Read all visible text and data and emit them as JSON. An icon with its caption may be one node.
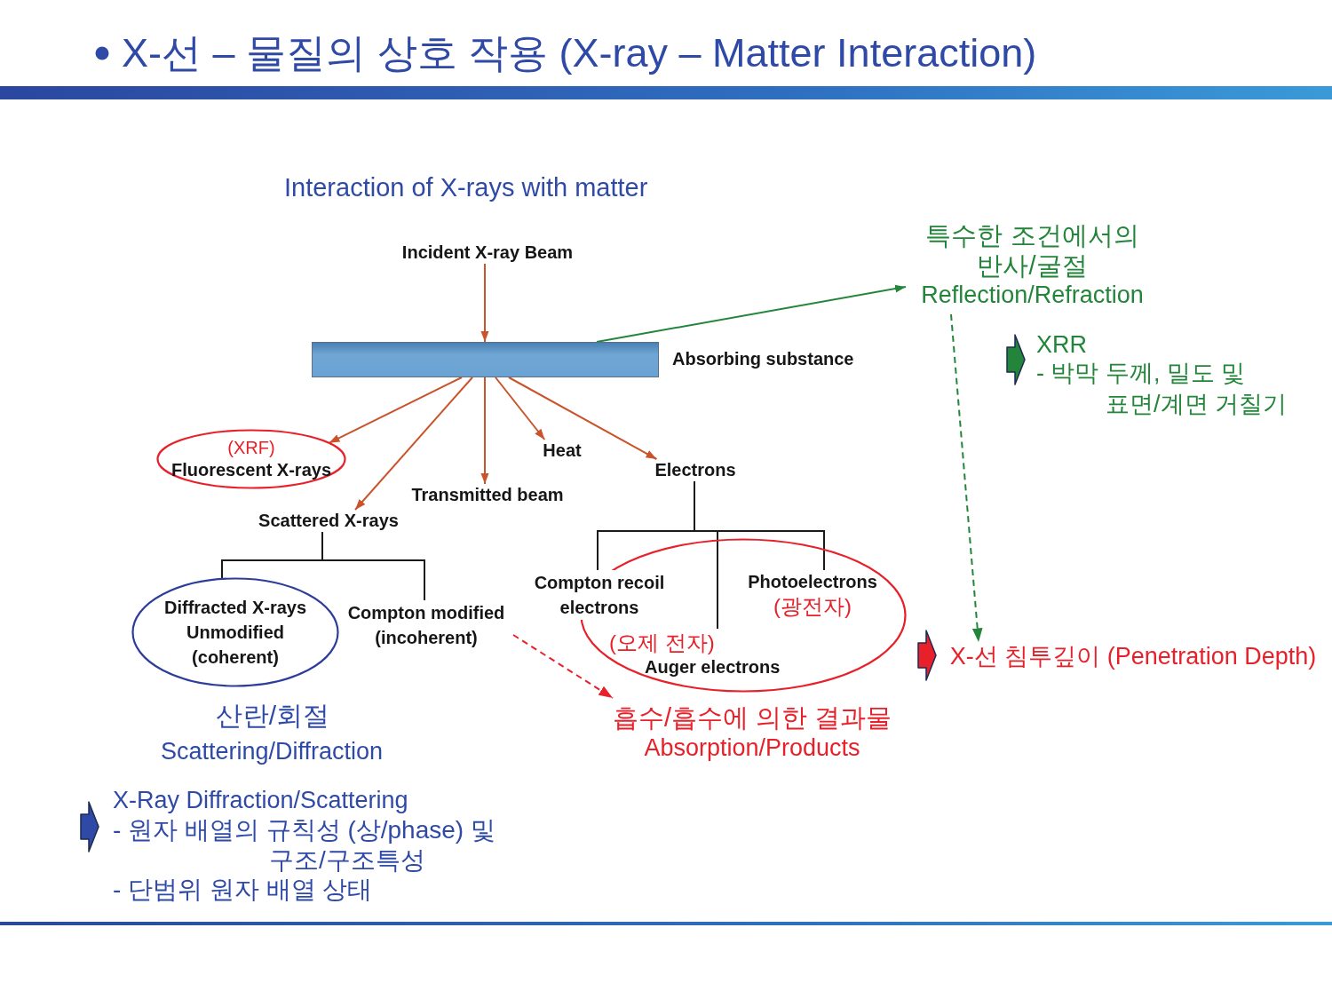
{
  "diagram": {
    "title": "X-선 – 물질의 상호 작용 (X-ray – Matter Interaction)",
    "nodes": [
      {
        "text": [
          "Incident X-ray Beam"
        ]
      },
      {
        "text": [
          "특수한 조건에서의 반사/굴절",
          "Reflection/Refraction"
        ]
      },
      {
        "text": [],
        "shape": "bar",
        "beside": [
          "Absorbing substance"
        ]
      },
      {
        "text": [
          "(XRF)",
          "Fluorescent X-rays"
        ]
      },
      {
        "text": [
          "Heat"
        ]
      },
      {
        "text": [
          "Electrons"
        ]
      },
      {
        "text": [
          "Transmitted beam"
        ]
      },
      {
        "text": [
          "Scattered X-rays"
        ]
      },
      {
        "text": [],
        "shape": "ellipse"
      },
      {
        "text": [
          "Compton recoil electrons"
        ]
      },
      {
        "text": [
          "Photoelectrons",
          "(광전자)"
        ],
        "in": 8
      },
      {
        "text": [
          "Diffracted X-rays Unmodified (coherent)"
        ]
      },
      {
        "text": [
          "Compton modified (incoherent)"
        ]
      },
      {
        "text": [
          "(오제 전자)",
          "Auger electrons"
        ],
        "in": 8
      },
      {
        "text": [
          "X-선 침투깊이 (Penetration Depth)"
        ]
      },
      {
        "text": [
          "흡수/흡수에 의한 결과물",
          "Absorption/Products"
        ]
      }
    ],
    "edges": [
      {
        "from": 0,
        "to": 2,
        "arrow": "to"
      },
      {
        "from": 2,
        "to": 1,
        "arrow": "to",
        "color": "#23853a"
      },
      {
        "from": 2,
        "to": 3,
        "arrow": "to"
      },
      {
        "from": 2,
        "to": 7,
        "arrow": "to"
      },
      {
        "from": 2,
        "to": 6,
        "arrow": "to"
      },
      {
        "from": 2,
        "to": 4,
        "arrow": "to"
      },
      {
        "from": 2,
        "to": 5,
        "arrow": "to"
      },
      {
        "from": 7,
        "to": 11,
        "arrow": "none",
        "color": "#1a1a1a"
      },
      {
        "from": 7,
        "to": 12,
        "arrow": "none",
        "color": "#1a1a1a"
      },
      {
        "from": 5,
        "to": 9,
        "arrow": "none",
        "color": "#1a1a1a"
      },
      {
        "from": 5,
        "to": 13,
        "arrow": "none",
        "color": "#1a1a1a"
      },
      {
        "from": 5,
        "to": 10,
        "arrow": "none",
        "color": "#1a1a1a"
      },
      {
        "from": 12,
        "to": 15,
        "arrow": "to",
        "style": "dashed",
        "color": "#e8202a"
      },
      {
        "from": 1,
        "to": 14,
        "arrow": "to",
        "style": "dashed",
        "color": "#23853a"
      }
    ],
    "labels": [
      "Interaction of X-rays with matter",
      "XRR",
      "- 박막 두께, 밀도 및 표면/계면 거칠기",
      "산란/회절",
      "Scattering/Diffraction",
      "X-Ray Diffraction/Scattering",
      "- 원자 배열의 규칙성 (상/phase) 및 구조/구조특성",
      "- 단범위 원자 배열 상태"
    ]
  }
}
